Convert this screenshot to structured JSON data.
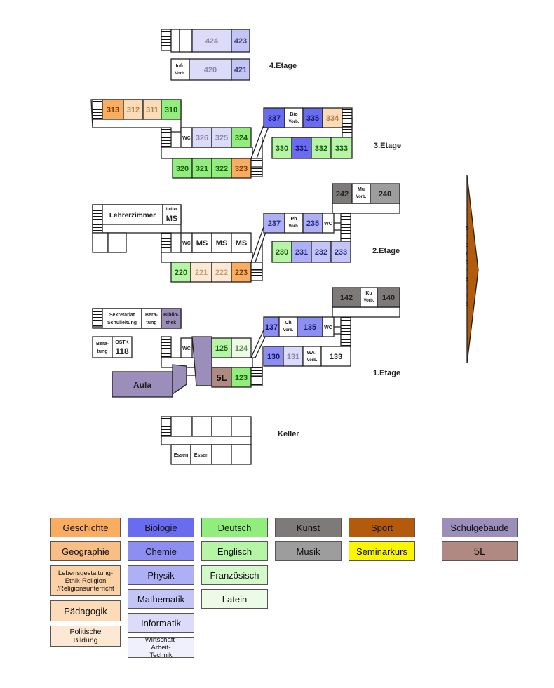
{
  "floors": {
    "f4": "4.Etage",
    "f3": "3.Etage",
    "f2": "2.Etage",
    "f1": "1.Etage",
    "keller": "Keller"
  },
  "sporthalle": "Sporthalle",
  "rooms": {
    "r424": "424",
    "r423": "423",
    "info1": "Info",
    "info2": "Vorb.",
    "r420": "420",
    "r421": "421",
    "r313": "313",
    "r312": "312",
    "r311": "311",
    "r310": "310",
    "wc3": "WC",
    "r326": "326",
    "r325": "325",
    "r324": "324",
    "r320": "320",
    "r321": "321",
    "r322": "322",
    "r323": "323",
    "r337": "337",
    "bio1": "Bio",
    "bio2": "Vorb.",
    "r335": "335",
    "r334": "334",
    "r330": "330",
    "r331": "331",
    "r332": "332",
    "r333": "333",
    "lehrer": "Lehrerzimmer",
    "leiter": "Leiter",
    "ms": "MS",
    "wc2": "WC",
    "ms1": "MS",
    "ms2": "MS",
    "ms3": "MS",
    "r220": "220",
    "r221": "221",
    "r222": "222",
    "r223": "223",
    "r237": "237",
    "ph1": "Ph",
    "ph2": "Vorb.",
    "r235": "235",
    "wc2b": "WC",
    "r242": "242",
    "mu1": "Mu",
    "mu2": "Vorb.",
    "r240": "240",
    "r230": "230",
    "r231": "231",
    "r232": "232",
    "r233": "233",
    "sek1": "Sekretariat",
    "sek2": "Schulleitung",
    "ber1": "Bera-",
    "ber2": "tung",
    "bib1": "Biblio-",
    "bib2": "thek",
    "bt1": "Bera-",
    "bt2": "tung",
    "ostk": "OSTK",
    "r118": "118",
    "wc1": "WC",
    "r125": "125",
    "r124": "124",
    "aula": "Aula",
    "fl": "5L",
    "r123": "123",
    "r142": "142",
    "ku1": "Ku",
    "ku2": "Vorb.",
    "r140": "140",
    "r137": "137",
    "ch1": "Ch",
    "ch2": "Vorb.",
    "r135": "135",
    "wc1b": "WC",
    "r130": "130",
    "r131": "131",
    "wat1": "WAT",
    "wat2": "Vorb.",
    "r133": "133",
    "essen1": "Essen",
    "essen2": "Essen"
  },
  "legend": {
    "geschichte": "Geschichte",
    "geographie": "Geographie",
    "lebens": "Lebensgestaltung-Ethik-Religion /Religionsunterricht",
    "paed": "Pädagogik",
    "polbil": "Politische Bildung",
    "biologie": "Biologie",
    "chemie": "Chemie",
    "physik": "Physik",
    "mathe": "Mathematik",
    "informatik": "Informatik",
    "wat": "Wirtschaft-Arbeit-Technik",
    "deutsch": "Deutsch",
    "englisch": "Englisch",
    "franz": "Französisch",
    "latein": "Latein",
    "kunst": "Kunst",
    "musik": "Musik",
    "sport": "Sport",
    "seminar": "Seminarkurs",
    "schulgebaeude": "Schulgebäude",
    "fuenfl": "5L"
  },
  "colors": {
    "geschichte": "#f9ad60",
    "geographie": "#f9bd86",
    "lebens": "#fbd2a8",
    "paed": "#fcdcb8",
    "polbil": "#fde9d3",
    "biologie": "#6a6cf0",
    "chemie": "#8c8ef2",
    "physik": "#aeb0f5",
    "mathe": "#c4c5f7",
    "informatik": "#dcdcfa",
    "wat": "#f0f0fd",
    "deutsch": "#92ee7c",
    "englisch": "#b6f4a6",
    "franz": "#d3f8c9",
    "latein": "#ebfbe5",
    "kunst": "#7e7a7a",
    "musik": "#9d9d9d",
    "sport": "#b45b0b",
    "seminar": "#fbf500",
    "schulgebaeude": "#9b8ebb",
    "fuenfl": "#b08a82"
  }
}
